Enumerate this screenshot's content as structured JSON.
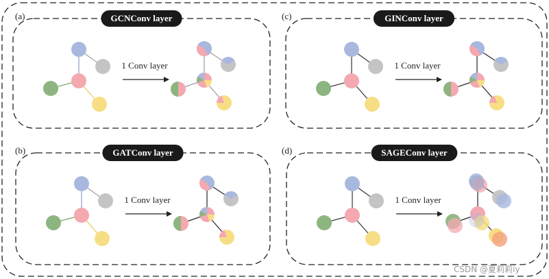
{
  "figure": {
    "panels": [
      {
        "id": "gcn",
        "letter": "(a)",
        "title": "GCNConv layer",
        "arrow_label": "1 Conv layer",
        "edge_style": "colored",
        "output_edges": [
          "gray",
          "gray",
          "gray",
          "gray"
        ]
      },
      {
        "id": "gin",
        "letter": "(c)",
        "title": "GINConv layer",
        "arrow_label": "1 Conv layer",
        "edge_style": "black",
        "output_edges": [
          "black",
          "black",
          "black",
          "black"
        ]
      },
      {
        "id": "gat",
        "letter": "(b)",
        "title": "GATConv layer",
        "arrow_label": "1 Conv layer",
        "edge_style": "colored",
        "output_edges": [
          "black",
          "black",
          "black",
          "black"
        ]
      },
      {
        "id": "sage",
        "letter": "(d)",
        "title": "SAGEConv layer",
        "arrow_label": "1 Conv layer",
        "edge_style": "black",
        "output_edges": [
          "black",
          "black",
          "black",
          "black"
        ]
      }
    ],
    "node_colors": {
      "blue": "#A9B8DE",
      "gray": "#C4C4C4",
      "pink": "#F4A8B0",
      "green": "#8DB580",
      "yellow": "#F7DE85"
    },
    "watermark": "CSDN @夏莉莉iy"
  }
}
